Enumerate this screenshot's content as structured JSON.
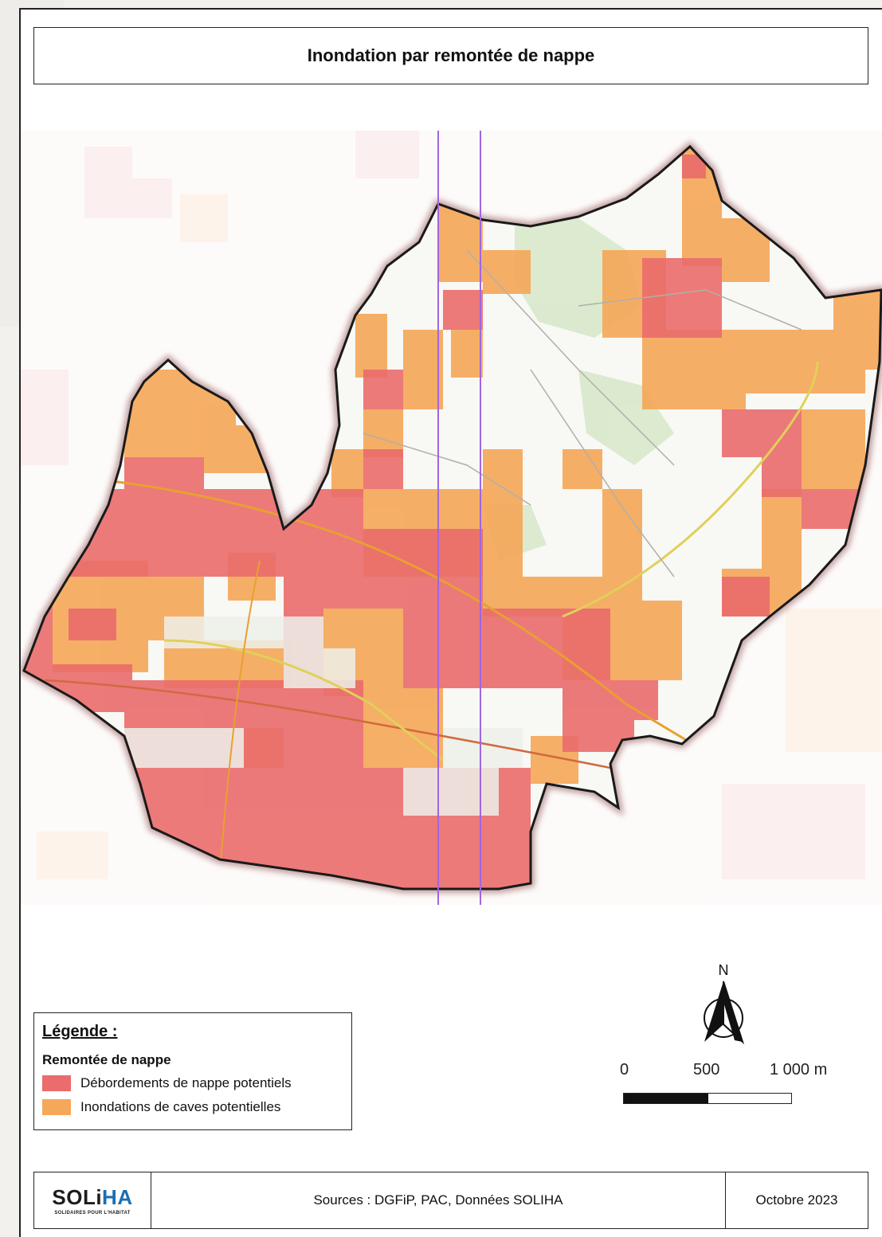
{
  "title": "Inondation par remontée de nappe",
  "legend": {
    "heading": "Légende :",
    "group": "Remontée de nappe",
    "items": [
      {
        "label": "Débordements de nappe potentiels",
        "color": "#ea6c6c"
      },
      {
        "label": "Inondations de caves potentielles",
        "color": "#f5a85a"
      }
    ]
  },
  "north_arrow": {
    "label": "N"
  },
  "scale": {
    "labels": [
      "0",
      "500",
      "1 000 m"
    ]
  },
  "footer": {
    "logo": {
      "main_a": "SOLi",
      "main_b": "HA",
      "tagline": "SOLIDAIRES POUR L'HABITAT"
    },
    "sources": "Sources : DGFiP, PAC, Données SOLIHA",
    "date": "Octobre 2023"
  },
  "map_colors": {
    "debordement": "#ea6c6c",
    "caves": "#f5a85a",
    "boundary": "#1a1a1a",
    "reference_lines": "#a066e0",
    "road_primary": "#e8a030",
    "road_secondary": "#e0d05a"
  }
}
